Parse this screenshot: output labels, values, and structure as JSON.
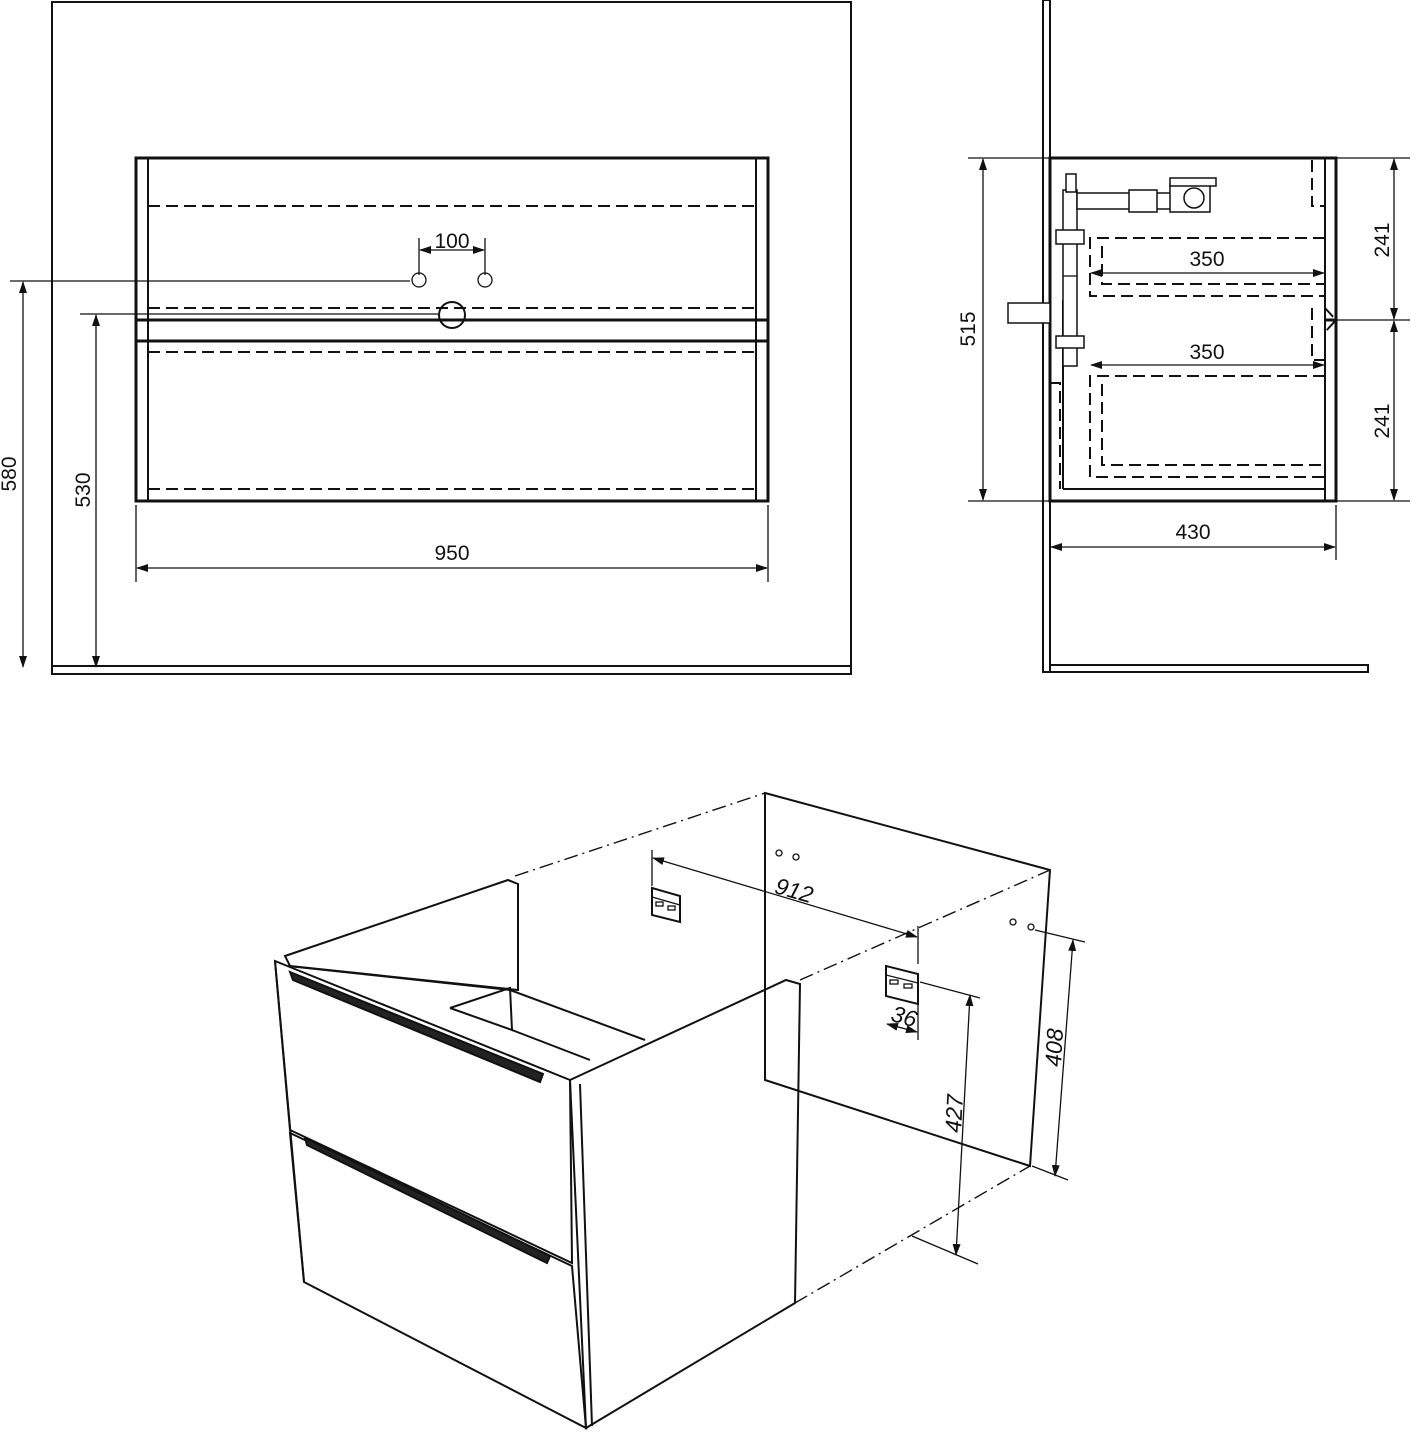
{
  "front_view": {
    "width_label": "950",
    "tap_spacing_label": "100",
    "height_to_tap_label": "580",
    "height_to_top_label": "530"
  },
  "side_view": {
    "height_label": "515",
    "depth_label": "430",
    "upper_drawer_width_label": "350",
    "lower_drawer_width_label": "350",
    "upper_drawer_height_label": "241",
    "lower_drawer_height_label": "241"
  },
  "iso_view": {
    "hanger_spacing_label": "912",
    "hanger_width_label": "36",
    "hanger_height_label": "427",
    "panel_hole_height_label": "408"
  },
  "colors": {
    "line": "#111111",
    "background": "#ffffff"
  }
}
